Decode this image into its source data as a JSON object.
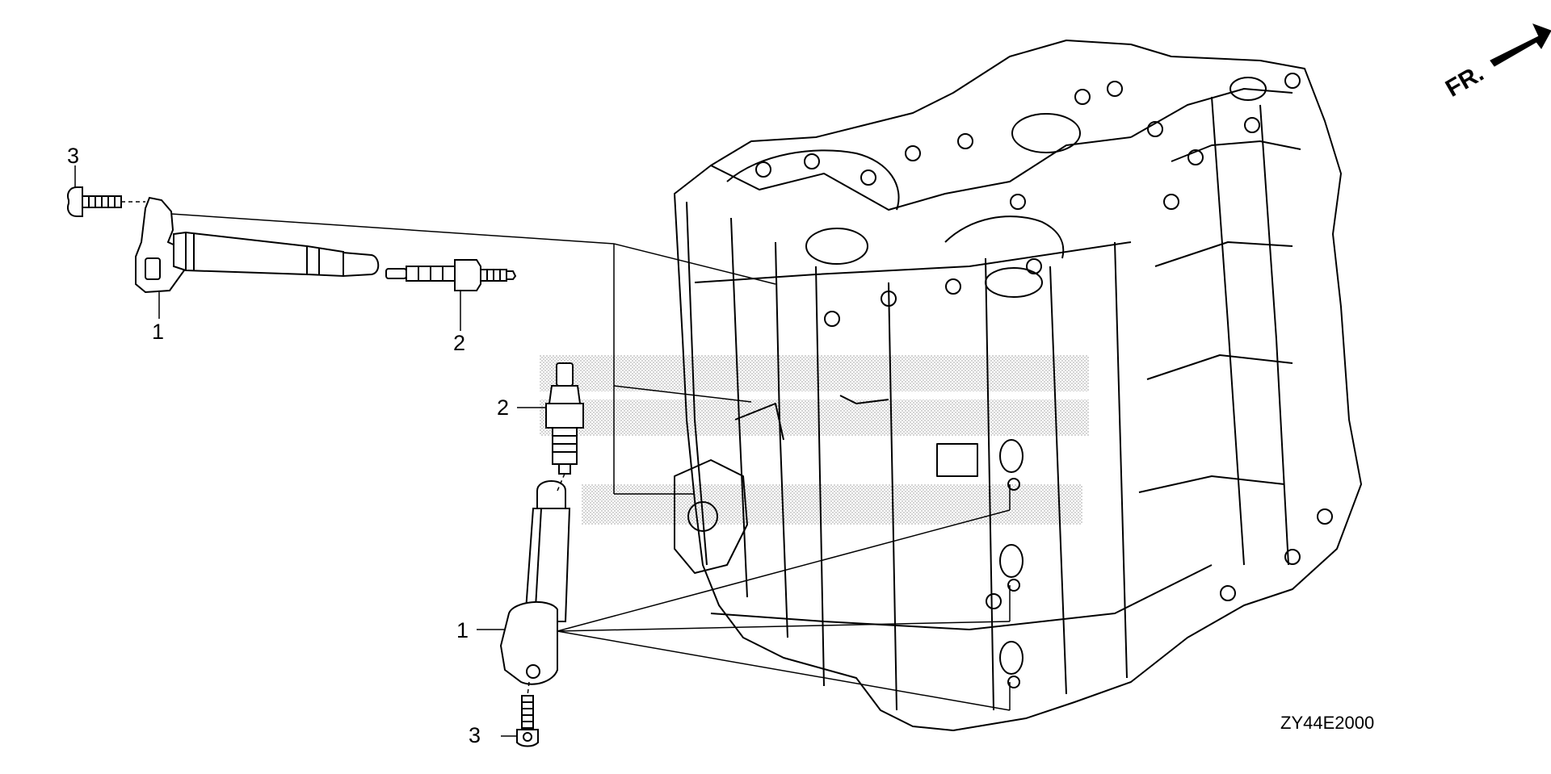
{
  "diagram": {
    "code": "ZY44E2000",
    "direction_label": "FR."
  },
  "callouts": {
    "top_bolt": "3",
    "top_coil": "1",
    "top_plug": "2",
    "mid_plug": "2",
    "mid_coil": "1",
    "bottom_bolt": "3"
  },
  "colors": {
    "line": "#000000",
    "fill": "#ffffff",
    "shade": "#999999"
  }
}
